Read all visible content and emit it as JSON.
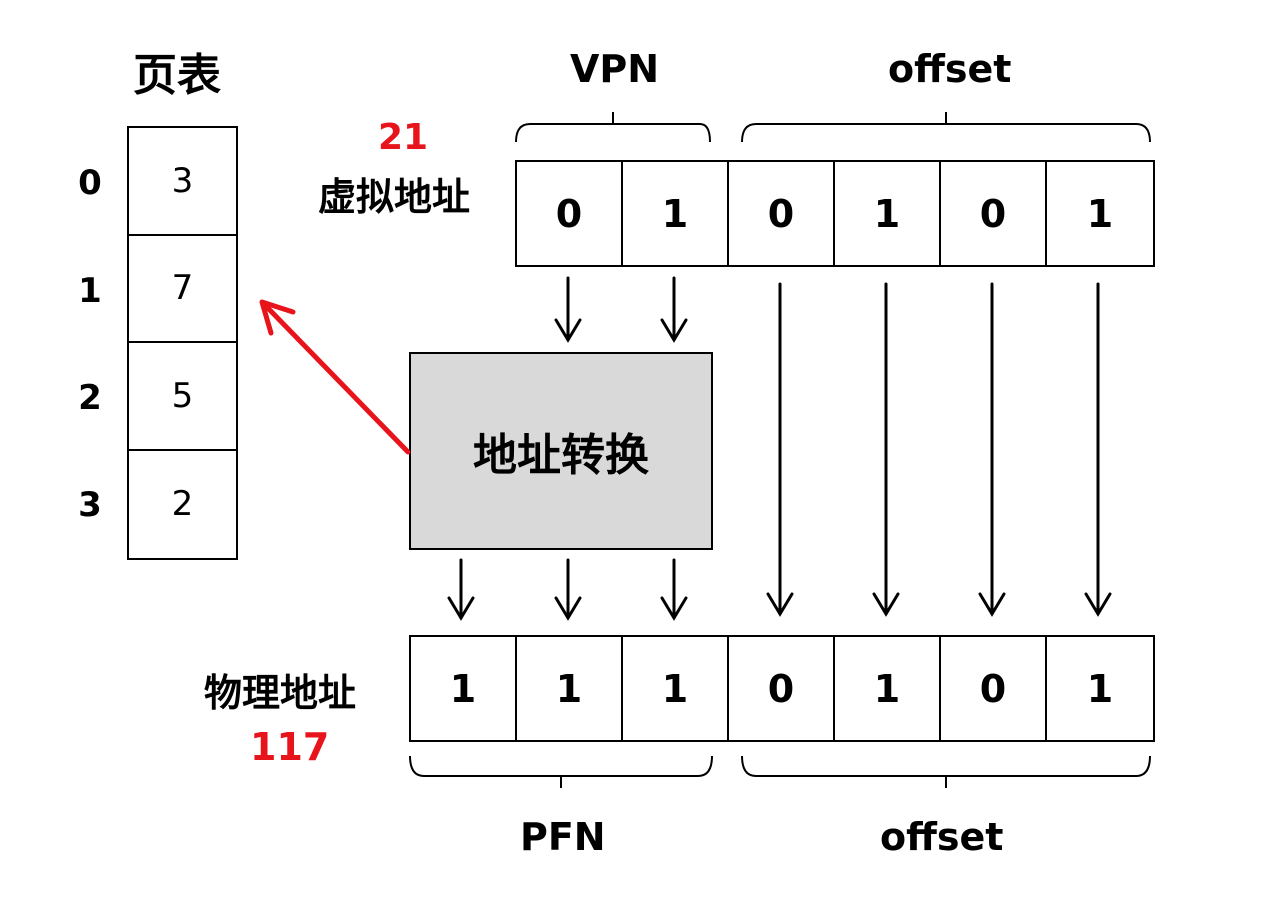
{
  "page_table": {
    "title": "页表",
    "indices": [
      "0",
      "1",
      "2",
      "3"
    ],
    "entries": [
      "3",
      "7",
      "5",
      "2"
    ]
  },
  "virtual_address": {
    "label": "虚拟地址",
    "value": "21",
    "vpn_label": "VPN",
    "offset_label": "offset",
    "bits": [
      "0",
      "1",
      "0",
      "1",
      "0",
      "1"
    ]
  },
  "translation": {
    "label": "地址转换"
  },
  "physical_address": {
    "label": "物理地址",
    "value": "117",
    "pfn_label": "PFN",
    "offset_label": "offset",
    "bits": [
      "1",
      "1",
      "1",
      "0",
      "1",
      "0",
      "1"
    ]
  },
  "colors": {
    "highlight": "#e8141b",
    "box_fill": "#d9d9d9"
  }
}
